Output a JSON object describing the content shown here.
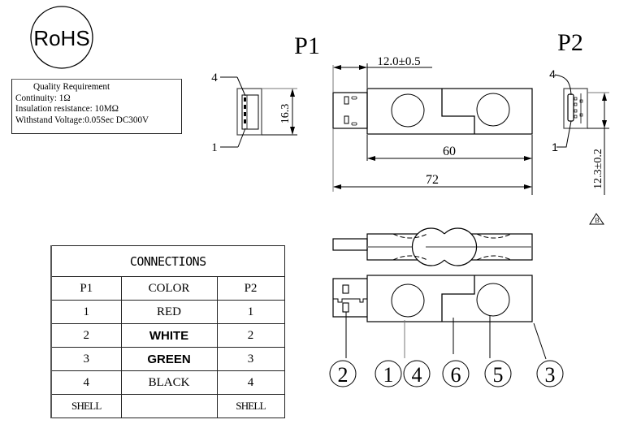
{
  "rohs": {
    "label": "RoHS"
  },
  "quality": {
    "title": "Quality   Requirement",
    "lines": [
      "Continuity: 1Ω",
      "Insulation resistance: 10MΩ",
      "Withstand Voltage:0.05Sec  DC300V"
    ]
  },
  "views": {
    "p1_title": "P1",
    "p2_title": "P2",
    "p1_pin_top": "4",
    "p1_pin_bottom": "1",
    "p2_pin_top": "4",
    "p2_pin_bottom": "1",
    "p1_height_dim": "16.3",
    "p2_height_dim": "12.3±0.2",
    "plug_length_dim": "12.0±0.5",
    "body_length_dim": "60",
    "total_length_dim": "72",
    "revision_mark": "B"
  },
  "callouts": [
    "2",
    "1",
    "4",
    "6",
    "5",
    "3"
  ],
  "connections": {
    "title": "CONNECTIONS",
    "headers": [
      "P1",
      "COLOR",
      "P2"
    ],
    "rows": [
      {
        "p1": "1",
        "color": "RED",
        "p2": "1"
      },
      {
        "p1": "2",
        "color": "WHITE",
        "p2": "2"
      },
      {
        "p1": "3",
        "color": "GREEN",
        "p2": "3"
      },
      {
        "p1": "4",
        "color": "BLACK",
        "p2": "4"
      },
      {
        "p1": "SHELL",
        "color": "",
        "p2": "SHELL"
      }
    ]
  },
  "colors": {
    "line": "#000000",
    "gray_line": "#777777",
    "background": "#ffffff"
  }
}
